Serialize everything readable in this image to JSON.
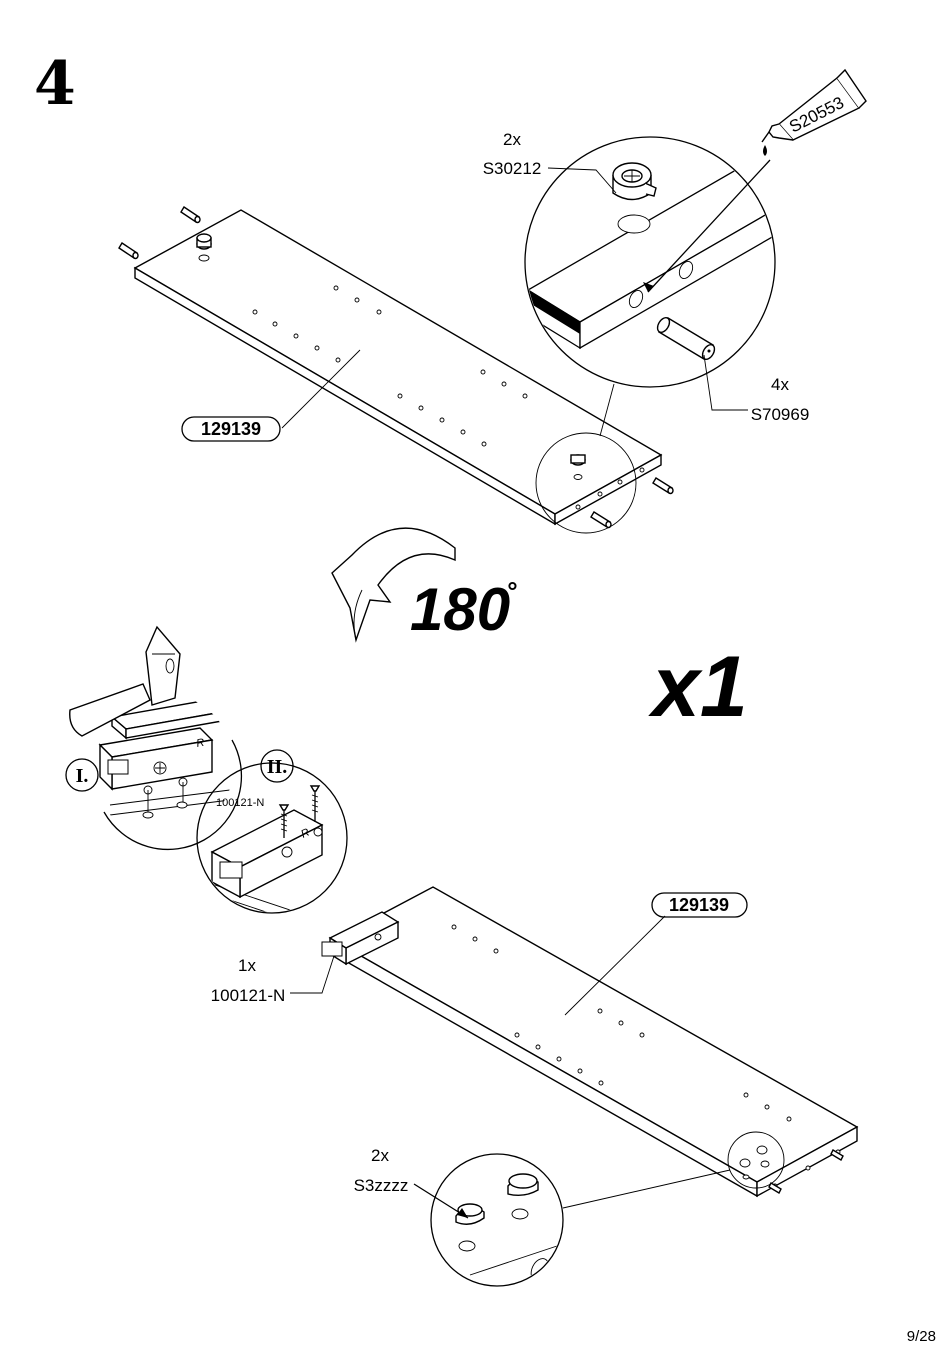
{
  "step_number": "4",
  "top": {
    "cam_qty": "2x",
    "cam_code": "S30212",
    "glue_code": "S20553",
    "dowel_qty": "4x",
    "dowel_code": "S70969",
    "panel_label": "129139"
  },
  "rotation_label": "180",
  "rotation_degree_symbol": "°",
  "multiplier": "x1",
  "latch_steps": [
    "I.",
    "II."
  ],
  "latch_detail_code": "100121-N",
  "bottom": {
    "panel_label": "129139",
    "latch_qty": "1x",
    "latch_code": "100121-N",
    "cap_qty": "2x",
    "cap_code": "S3zzzz"
  },
  "latch_letter": "R",
  "page_number": "9/28"
}
